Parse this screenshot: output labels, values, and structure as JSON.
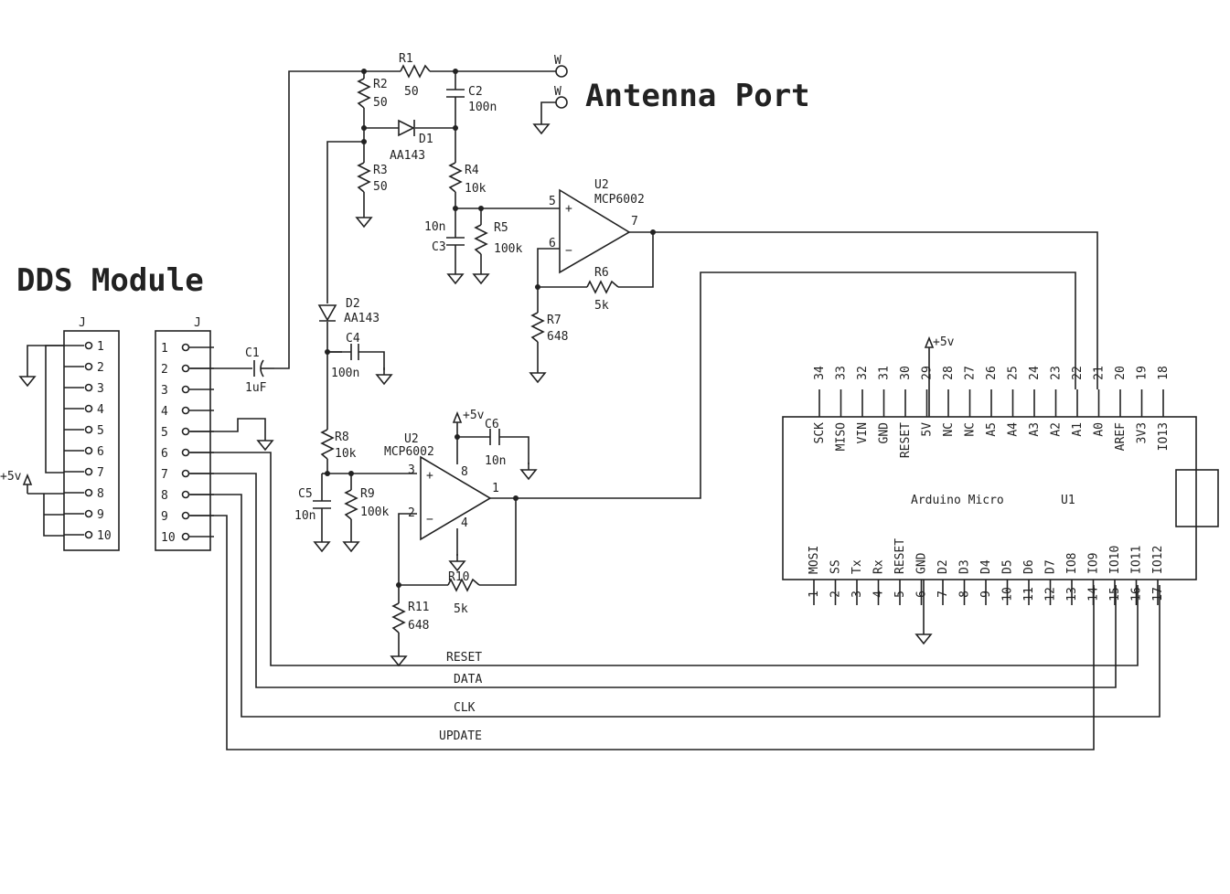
{
  "titles": {
    "antenna_port": "Antenna Port",
    "dds_module": "DDS Module"
  },
  "components": {
    "R1": {
      "ref": "R1",
      "value": "50"
    },
    "R2": {
      "ref": "R2",
      "value": "50"
    },
    "R3": {
      "ref": "R3",
      "value": "50"
    },
    "R4": {
      "ref": "R4",
      "value": "10k"
    },
    "R5": {
      "ref": "R5",
      "value": "100k"
    },
    "R6": {
      "ref": "R6",
      "value": "5k"
    },
    "R7": {
      "ref": "R7",
      "value": "648"
    },
    "R8": {
      "ref": "R8",
      "value": "10k"
    },
    "R9": {
      "ref": "R9",
      "value": "100k"
    },
    "R10": {
      "ref": "R10",
      "value": "5k"
    },
    "R11": {
      "ref": "R11",
      "value": "648"
    },
    "C1": {
      "ref": "C1",
      "value": "1uF"
    },
    "C2": {
      "ref": "C2",
      "value": "100n"
    },
    "C3": {
      "ref": "C3",
      "value": "10n"
    },
    "C4": {
      "ref": "C4",
      "value": "100n"
    },
    "C5": {
      "ref": "C5",
      "value": "10n"
    },
    "C6": {
      "ref": "C6",
      "value": "10n"
    },
    "D1": {
      "ref": "D1",
      "value": "AA143"
    },
    "D2": {
      "ref": "D2",
      "value": "AA143"
    },
    "U2a": {
      "ref": "U2",
      "value": "MCP6002",
      "pins": [
        "5",
        "6",
        "7"
      ]
    },
    "U2b": {
      "ref": "U2",
      "value": "MCP6002",
      "pins": [
        "3",
        "2",
        "1",
        "8",
        "4"
      ]
    }
  },
  "power": {
    "vcc": "+5v"
  },
  "antenna": {
    "terminal": "W"
  },
  "connector": {
    "ref": "J",
    "left_pins": [
      "1",
      "2",
      "3",
      "4",
      "5",
      "6",
      "7",
      "8",
      "9",
      "10"
    ],
    "right_pins": [
      "1",
      "2",
      "3",
      "4",
      "5",
      "6",
      "7",
      "8",
      "9",
      "10"
    ]
  },
  "arduino": {
    "name": "Arduino Micro",
    "ref": "U1",
    "top_pins": [
      {
        "num": "34",
        "name": "SCK"
      },
      {
        "num": "33",
        "name": "MISO"
      },
      {
        "num": "32",
        "name": "VIN"
      },
      {
        "num": "31",
        "name": "GND"
      },
      {
        "num": "30",
        "name": "RESET"
      },
      {
        "num": "29",
        "name": "5V"
      },
      {
        "num": "28",
        "name": "NC"
      },
      {
        "num": "27",
        "name": "NC"
      },
      {
        "num": "26",
        "name": "A5"
      },
      {
        "num": "25",
        "name": "A4"
      },
      {
        "num": "24",
        "name": "A3"
      },
      {
        "num": "23",
        "name": "A2"
      },
      {
        "num": "22",
        "name": "A1"
      },
      {
        "num": "21",
        "name": "A0"
      },
      {
        "num": "20",
        "name": "AREF"
      },
      {
        "num": "19",
        "name": "3V3"
      },
      {
        "num": "18",
        "name": "IO13"
      }
    ],
    "bottom_pins": [
      {
        "num": "1",
        "name": "MOSI"
      },
      {
        "num": "2",
        "name": "SS"
      },
      {
        "num": "3",
        "name": "Tx"
      },
      {
        "num": "4",
        "name": "Rx"
      },
      {
        "num": "5",
        "name": "RESET"
      },
      {
        "num": "6",
        "name": "GND"
      },
      {
        "num": "7",
        "name": "D2"
      },
      {
        "num": "8",
        "name": "D3"
      },
      {
        "num": "9",
        "name": "D4"
      },
      {
        "num": "10",
        "name": "D5"
      },
      {
        "num": "11",
        "name": "D6"
      },
      {
        "num": "12",
        "name": "D7"
      },
      {
        "num": "13",
        "name": "IO8"
      },
      {
        "num": "14",
        "name": "IO9"
      },
      {
        "num": "15",
        "name": "IO10"
      },
      {
        "num": "16",
        "name": "IO11"
      },
      {
        "num": "17",
        "name": "IO12"
      }
    ]
  },
  "signals": {
    "reset": "RESET",
    "data": "DATA",
    "clk": "CLK",
    "update": "UPDATE"
  }
}
